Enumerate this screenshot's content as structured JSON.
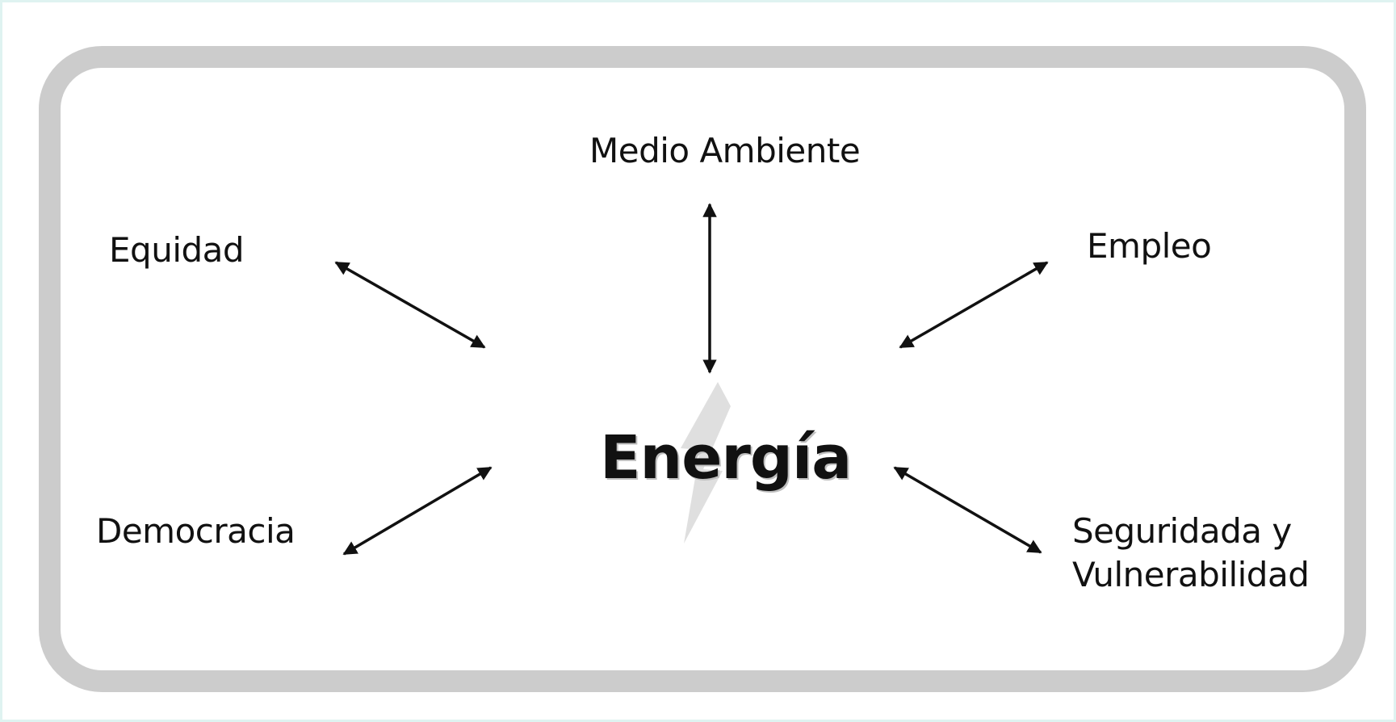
{
  "diagram": {
    "center_label": "Energía",
    "nodes": {
      "medio_ambiente": "Medio Ambiente",
      "equidad": "Equidad",
      "empleo": "Empleo",
      "democracia": "Democracia",
      "seguridad_line1": "Seguridada y",
      "seguridad_line2": "Vulnerabilidad"
    }
  },
  "colors": {
    "frame": "#cccccc",
    "page_border": "#dff3f1",
    "text": "#111111",
    "bolt": "#dcdcdc"
  },
  "icons": {
    "center_icon": "lightning-bolt-icon"
  }
}
